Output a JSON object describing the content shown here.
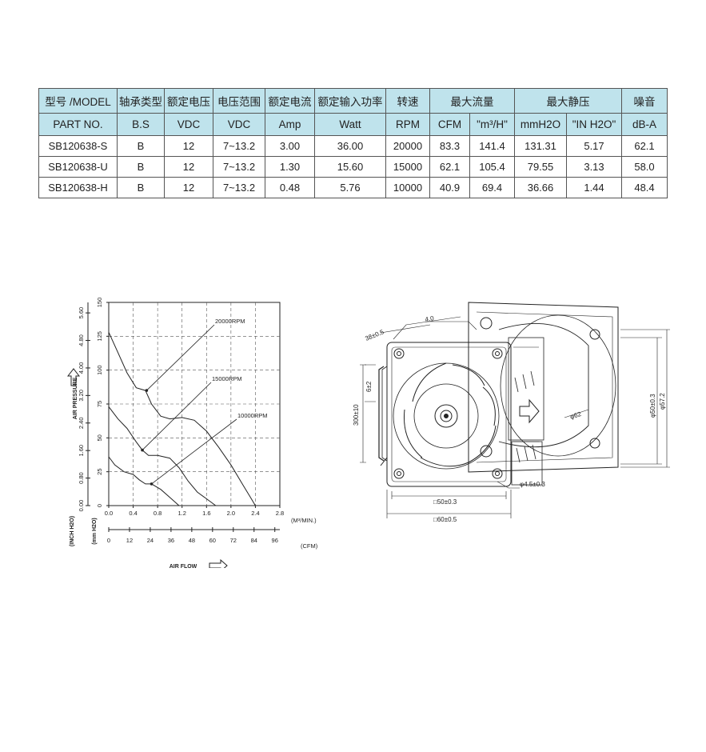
{
  "spec_table": {
    "header_row1": [
      {
        "label": "型号 /MODEL",
        "colspan": 1
      },
      {
        "label": "轴承类型",
        "colspan": 1
      },
      {
        "label": "额定电压",
        "colspan": 1
      },
      {
        "label": "电压范围",
        "colspan": 1
      },
      {
        "label": "额定电流",
        "colspan": 1
      },
      {
        "label": "额定输入功率",
        "colspan": 1
      },
      {
        "label": "转速",
        "colspan": 1
      },
      {
        "label": "最大流量",
        "colspan": 2
      },
      {
        "label": "最大静压",
        "colspan": 2
      },
      {
        "label": "噪音",
        "colspan": 1
      }
    ],
    "header_row2": [
      "PART NO.",
      "B.S",
      "VDC",
      "VDC",
      "Amp",
      "Watt",
      "RPM",
      "CFM",
      "\"m³/H\"",
      "mmH2O",
      "\"IN H2O\"",
      "dB-A"
    ],
    "rows": [
      [
        "SB120638-S",
        "B",
        "12",
        "7~13.2",
        "3.00",
        "36.00",
        "20000",
        "83.3",
        "141.4",
        "131.31",
        "5.17",
        "62.1"
      ],
      [
        "SB120638-U",
        "B",
        "12",
        "7~13.2",
        "1.30",
        "15.60",
        "15000",
        "62.1",
        "105.4",
        "79.55",
        "3.13",
        "58.0"
      ],
      [
        "SB120638-H",
        "B",
        "12",
        "7~13.2",
        "0.48",
        "5.76",
        "10000",
        "40.9",
        "69.4",
        "36.66",
        "1.44",
        "48.4"
      ]
    ]
  },
  "chart_data": {
    "type": "line",
    "title": "",
    "ylabel": "AIR PRESSURE",
    "ylabel_unit_inch": "(INCH H2O)",
    "ylabel_unit_mm": "(mm H2O)",
    "xlabel": "AIR FLOW",
    "x_unit_m3": "(M³/MIN.)",
    "x_unit_cfm": "(CFM)",
    "xlim": [
      0,
      2.8
    ],
    "ylim": [
      0,
      150
    ],
    "x_ticks_m3": [
      "0.0",
      "0.4",
      "0.8",
      "1.2",
      "1.6",
      "2.0",
      "2.4",
      "2.8"
    ],
    "x_ticks_cfm": [
      "0",
      "12",
      "24",
      "36",
      "48",
      "60",
      "72",
      "84",
      "96"
    ],
    "y_ticks_mm": [
      "0",
      "25",
      "50",
      "75",
      "100",
      "125",
      "150"
    ],
    "y_ticks_inch": [
      "0.00",
      "0.80",
      "1.60",
      "2.40",
      "3.20",
      "4.00",
      "4.80",
      "5.60"
    ],
    "grid": true,
    "series": [
      {
        "name": "20000RPM",
        "x": [
          0,
          0.15,
          0.3,
          0.45,
          0.6,
          0.7,
          0.85,
          1.0,
          1.2,
          1.4,
          1.6,
          1.8,
          2.0,
          2.2,
          2.32,
          2.4
        ],
        "y": [
          128,
          113,
          98,
          87,
          85,
          75,
          66,
          64,
          65,
          63,
          55,
          43,
          30,
          15,
          6,
          0
        ]
      },
      {
        "name": "15000RPM",
        "x": [
          0,
          0.15,
          0.3,
          0.45,
          0.55,
          0.65,
          0.8,
          1.0,
          1.15,
          1.3,
          1.45,
          1.6,
          1.75
        ],
        "y": [
          73,
          64,
          57,
          47,
          41,
          37,
          37,
          35,
          28,
          18,
          10,
          5,
          0
        ]
      },
      {
        "name": "10000RPM",
        "x": [
          0,
          0.1,
          0.25,
          0.4,
          0.5,
          0.6,
          0.7,
          0.85,
          1.0,
          1.15
        ],
        "y": [
          36,
          30,
          25,
          23,
          19,
          16,
          16,
          12,
          6,
          0
        ]
      }
    ],
    "annotations": [
      "20000RPM",
      "15000RPM",
      "10000RPM"
    ]
  },
  "drawing": {
    "dims": [
      "38±0.5",
      "4.0",
      "6±2",
      "300±10",
      "φ50±0.3",
      "φ57.2",
      "φ62",
      "φ4.5±0.3",
      "□50±0.3",
      "□60±0.5"
    ]
  }
}
